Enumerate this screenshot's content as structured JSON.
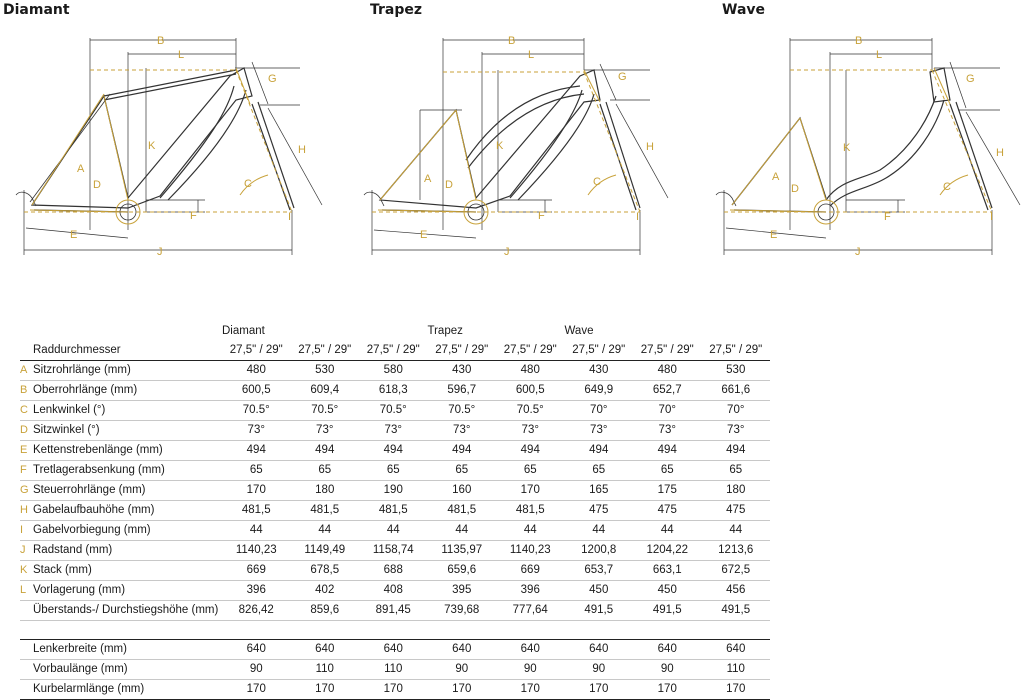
{
  "frames": [
    {
      "title": "Diamant"
    },
    {
      "title": "Trapez"
    },
    {
      "title": "Wave"
    }
  ],
  "labels": [
    "A",
    "B",
    "C",
    "D",
    "E",
    "F",
    "G",
    "H",
    "I",
    "J",
    "K",
    "L"
  ],
  "colors": {
    "accent": "#c8a23a",
    "frame": "#333333",
    "dims": "#c8a23a"
  },
  "table": {
    "groups": [
      "Diamant",
      "Trapez",
      "Wave"
    ],
    "size_header_label": "Raddurchmesser",
    "sizes": [
      "27,5\" / 29\"",
      "27,5\" / 29\"",
      "27,5\" / 29\"",
      "27,5\" / 29\"",
      "27,5\" / 29\"",
      "27,5\" / 29\"",
      "27,5\" / 29\"",
      "27,5\" / 29\""
    ],
    "rows": [
      {
        "letter": "A",
        "label": "Sitzrohrlänge (mm)",
        "values": [
          "480",
          "530",
          "580",
          "430",
          "480",
          "430",
          "480",
          "530"
        ]
      },
      {
        "letter": "B",
        "label": "Oberrohrlänge (mm)",
        "values": [
          "600,5",
          "609,4",
          "618,3",
          "596,7",
          "600,5",
          "649,9",
          "652,7",
          "661,6"
        ]
      },
      {
        "letter": "C",
        "label": "Lenkwinkel (°)",
        "values": [
          "70.5°",
          "70.5°",
          "70.5°",
          "70.5°",
          "70.5°",
          "70°",
          "70°",
          "70°"
        ]
      },
      {
        "letter": "D",
        "label": "Sitzwinkel (°)",
        "values": [
          "73°",
          "73°",
          "73°",
          "73°",
          "73°",
          "73°",
          "73°",
          "73°"
        ]
      },
      {
        "letter": "E",
        "label": "Kettenstrebenlänge (mm)",
        "values": [
          "494",
          "494",
          "494",
          "494",
          "494",
          "494",
          "494",
          "494"
        ]
      },
      {
        "letter": "F",
        "label": "Tretlagerabsenkung (mm)",
        "values": [
          "65",
          "65",
          "65",
          "65",
          "65",
          "65",
          "65",
          "65"
        ]
      },
      {
        "letter": "G",
        "label": "Steuerrohrlänge (mm)",
        "values": [
          "170",
          "180",
          "190",
          "160",
          "170",
          "165",
          "175",
          "180"
        ]
      },
      {
        "letter": "H",
        "label": "Gabelaufbauhöhe (mm)",
        "values": [
          "481,5",
          "481,5",
          "481,5",
          "481,5",
          "481,5",
          "475",
          "475",
          "475"
        ]
      },
      {
        "letter": "I",
        "label": "Gabelvorbiegung (mm)",
        "values": [
          "44",
          "44",
          "44",
          "44",
          "44",
          "44",
          "44",
          "44"
        ]
      },
      {
        "letter": "J",
        "label": "Radstand (mm)",
        "values": [
          "1140,23",
          "1149,49",
          "1158,74",
          "1135,97",
          "1140,23",
          "1200,8",
          "1204,22",
          "1213,6"
        ]
      },
      {
        "letter": "K",
        "label": "Stack (mm)",
        "values": [
          "669",
          "678,5",
          "688",
          "659,6",
          "669",
          "653,7",
          "663,1",
          "672,5"
        ]
      },
      {
        "letter": "L",
        "label": "Vorlagerung (mm)",
        "values": [
          "396",
          "402",
          "408",
          "395",
          "396",
          "450",
          "450",
          "456"
        ]
      },
      {
        "letter": "",
        "label": "Überstands-/ Durchstiegshöhe (mm)",
        "values": [
          "826,42",
          "859,6",
          "891,45",
          "739,68",
          "777,64",
          "491,5",
          "491,5",
          "491,5"
        ]
      }
    ],
    "extra_rows": [
      {
        "label": "Lenkerbreite (mm)",
        "values": [
          "640",
          "640",
          "640",
          "640",
          "640",
          "640",
          "640",
          "640"
        ]
      },
      {
        "label": "Vorbaulänge (mm)",
        "values": [
          "90",
          "110",
          "110",
          "90",
          "90",
          "90",
          "90",
          "110"
        ]
      },
      {
        "label": "Kurbelarmlänge (mm)",
        "values": [
          "170",
          "170",
          "170",
          "170",
          "170",
          "170",
          "170",
          "170"
        ]
      }
    ]
  }
}
